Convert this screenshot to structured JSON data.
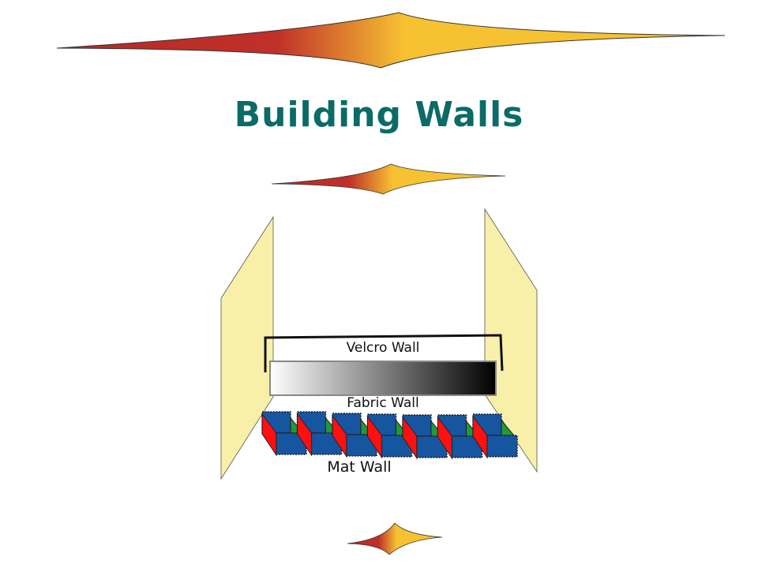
{
  "slide": {
    "title": "Building Walls",
    "labels": {
      "velcro": "Velcro Wall",
      "fabric": "Fabric Wall",
      "mat": "Mat Wall"
    },
    "colors": {
      "title": "#0b6b66",
      "gradient_start": "#c0302a",
      "gradient_end": "#f7c232",
      "panel": "#f8f0a8",
      "mat_blue": "#1655a0",
      "mat_red": "#ff1010",
      "mat_green": "#1e9a3a"
    },
    "mat_count": 7
  }
}
